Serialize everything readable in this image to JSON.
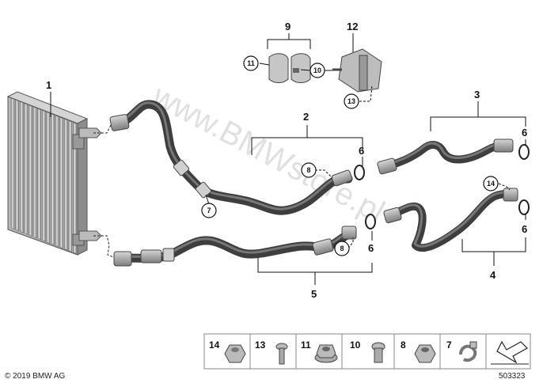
{
  "watermark": "www.BMWstore.pl",
  "copyright": "© 2019 BMW AG",
  "diagram_id": "503323",
  "callouts": {
    "c1": "1",
    "c2": "2",
    "c3": "3",
    "c4": "4",
    "c5": "5",
    "c6a": "6",
    "c6b": "6",
    "c6c": "6",
    "c6d": "6",
    "c7": "7",
    "c8a": "8",
    "c8b": "8",
    "c9": "9",
    "c10": "10",
    "c11": "11",
    "c12": "12",
    "c13": "13",
    "c14": "14"
  },
  "legend": [
    "14",
    "13",
    "11",
    "10",
    "8",
    "7"
  ]
}
